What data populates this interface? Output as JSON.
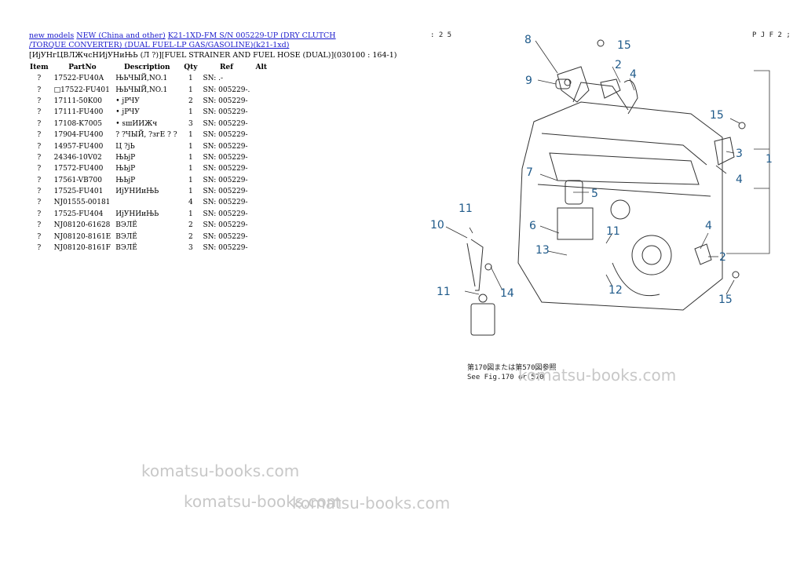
{
  "breadcrumb": {
    "links": [
      "new models",
      "NEW (China and other)",
      "K21-1XD-FM S/N 005229-UP (DRY CLUTCH /TORQUE CONVERTER) (DUAL FUEL-LP GAS/GASOLINE)(k21-1xd)"
    ]
  },
  "subtitle": "[ИјУНгЦВЛЖчсНИјУНиЊЬ (Л ?)][FUEL STRAINER AND FUEL HOSE (DUAL)](030100 : 164-1)",
  "table": {
    "headers": [
      "Item",
      "PartNo",
      "Description",
      "Qty",
      "Ref",
      "Alt"
    ],
    "rows": [
      [
        "?",
        "17522-FU40A",
        "ЊЬЧЫЙ,NO.1",
        "1",
        "SN: .-",
        ""
      ],
      [
        "?",
        "□17522-FU401",
        "ЊЬЧЫЙ,NO.1",
        "1",
        "SN: 005229-.",
        ""
      ],
      [
        "?",
        "17111-50K00",
        "• jРЧУ",
        "2",
        "SN: 005229-",
        ""
      ],
      [
        "?",
        "17111-FU400",
        "• jРЧУ",
        "1",
        "SN: 005229-",
        ""
      ],
      [
        "?",
        "17108-K7005",
        "• sшИИЖч",
        "3",
        "SN: 005229-",
        ""
      ],
      [
        "?",
        "17904-FU400",
        "? ?ЧЫЙ, ?згЕ ? ?",
        "1",
        "SN: 005229-",
        ""
      ],
      [
        "?",
        "14957-FU400",
        "Ц ?jЬ",
        "1",
        "SN: 005229-",
        ""
      ],
      [
        "?",
        "24346-10V02",
        "ЊЬjР",
        "1",
        "SN: 005229-",
        ""
      ],
      [
        "?",
        "17572-FU400",
        "ЊЬjР",
        "1",
        "SN: 005229-",
        ""
      ],
      [
        "?",
        "17561-VB700",
        "ЊЬjР",
        "1",
        "SN: 005229-",
        ""
      ],
      [
        "?",
        "17525-FU401",
        "ИјУНИиЊЬ",
        "1",
        "SN: 005229-",
        ""
      ],
      [
        "?",
        "NJ01555-00181",
        "",
        "4",
        "SN: 005229-",
        ""
      ],
      [
        "?",
        "17525-FU404",
        "ИјУНИиЊЬ",
        "1",
        "SN: 005229-",
        ""
      ],
      [
        "?",
        "NJ08120-61628",
        "ВЭЛЁ",
        "2",
        "SN: 005229-",
        ""
      ],
      [
        "?",
        "NJ08120-8161E",
        "ВЭЛЁ",
        "2",
        "SN: 005229-",
        ""
      ],
      [
        "?",
        "NJ08120-8161F",
        "ВЭЛЁ",
        "3",
        "SN: 005229-",
        ""
      ]
    ]
  },
  "diagram": {
    "callouts": [
      "8",
      "15",
      "2",
      "4",
      "9",
      "15",
      "3",
      "1",
      "4",
      "7",
      "5",
      "11",
      "10",
      "6",
      "11",
      "4",
      "13",
      "2",
      "14",
      "12",
      "11",
      "15"
    ],
    "caption_line1": "第170図または第570図参照",
    "caption_line2": "See Fig.170 or 570",
    "page_marks": [
      ": 2 5",
      "P J F 2 ;"
    ]
  },
  "watermarks": [
    "komatsu-books.com",
    "komatsu-books.com",
    "komatsu-books.com",
    "komatsu-books.com"
  ],
  "colors": {
    "link": "#1a1acc",
    "callout": "#1f5a8a",
    "watermark": "#c8c8c8"
  }
}
